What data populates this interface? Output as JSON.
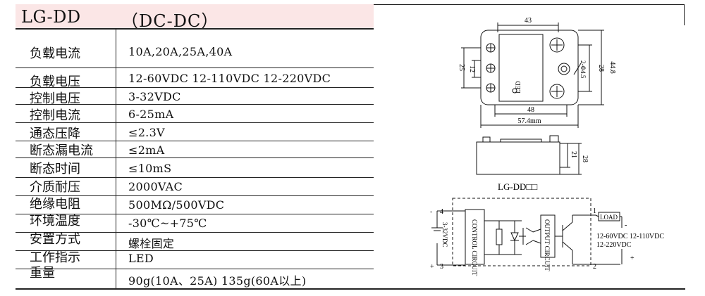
{
  "header": {
    "model": "LG-DD",
    "type": "（DC-DC）"
  },
  "specs": [
    {
      "label": "负载电流",
      "value": "10A,20A,25A,40A"
    },
    {
      "label": "负载电压",
      "value": "12-60VDC  12-110VDC  12-220VDC"
    },
    {
      "label": "控制电压",
      "value": "3-32VDC"
    },
    {
      "label": "控制电流",
      "value": "6-25mA"
    },
    {
      "label": "通态压降",
      "value": "≤2.3V"
    },
    {
      "label": "断态漏电流",
      "value": "≤2mA"
    },
    {
      "label": "断态时间",
      "value": "≤10mS"
    },
    {
      "label": "介质耐压",
      "value": "2000VAC"
    },
    {
      "label": "绝缘电阻",
      "value": "500MΩ/500VDC"
    },
    {
      "label": "环境温度",
      "value": "-30℃~+75℃"
    },
    {
      "label": "安置方式",
      "value": "螺栓固定"
    },
    {
      "label": "工作指示",
      "value": "LED"
    },
    {
      "label": "重量",
      "value": "90g(10A、25A)  135g(60A以上)"
    }
  ],
  "drawing": {
    "dim_width": "43",
    "dim_height_right": "44.8",
    "dim_inner_right": "28",
    "dim_hole": "2-Φ4.5",
    "dim_left_outer": "25",
    "dim_left_inner": "12",
    "dim_bottom_inner": "48",
    "dim_bottom_outer": "57.4mm",
    "led_label": "LED",
    "side_dim_small": "21",
    "side_dim_large": "28",
    "model_caption": "LG-DD□□"
  },
  "circuit": {
    "control_label": "CONTROL CIRCUIT",
    "output_label": "OUTPUT CIRCUIT",
    "input_voltage": "3-32VDC",
    "load_label": "LOAD",
    "load_voltage_line1": "12-60VDC  12-110VDC",
    "load_voltage_line2": "12-220VDC",
    "pin4": "4",
    "pin3": "3",
    "pin1": "1",
    "pin2": "2",
    "minus": "-",
    "plus": "+"
  }
}
